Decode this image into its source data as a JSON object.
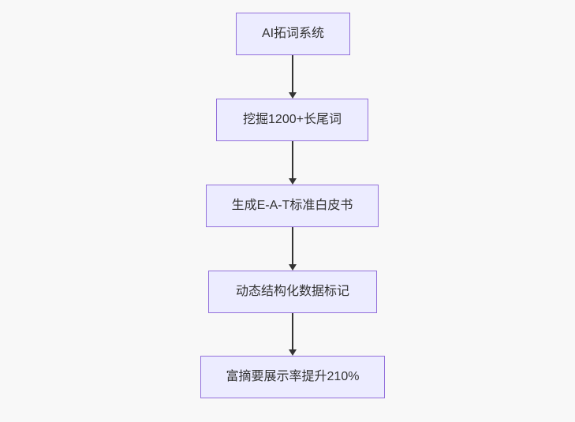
{
  "diagram": {
    "type": "flowchart",
    "direction": "top-down",
    "nodes": [
      {
        "id": "n1",
        "label": "AI拓词系统"
      },
      {
        "id": "n2",
        "label": "挖掘1200+长尾词"
      },
      {
        "id": "n3",
        "label": "生成E-A-T标准白皮书"
      },
      {
        "id": "n4",
        "label": "动态结构化数据标记"
      },
      {
        "id": "n5",
        "label": "富摘要展示率提升210%"
      }
    ],
    "edges": [
      {
        "from": "n1",
        "to": "n2"
      },
      {
        "from": "n2",
        "to": "n3"
      },
      {
        "from": "n3",
        "to": "n4"
      },
      {
        "from": "n4",
        "to": "n5"
      }
    ]
  },
  "theme": {
    "background": "#f8f8f8",
    "node_fill": "#ececff",
    "node_border": "#9370db",
    "arrow_color": "#333333",
    "text_color": "#333333"
  }
}
